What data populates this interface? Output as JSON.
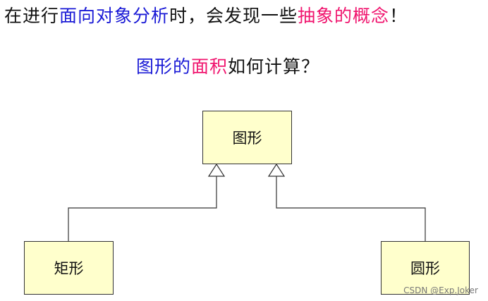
{
  "heading": {
    "p1": "在进行",
    "p2": "面向对象分析",
    "p3": "时，会发现一些",
    "p4": "抽象的概念",
    "p5": "！"
  },
  "question": {
    "p1": "图形的",
    "p2": "面积",
    "p3": "如何计算？"
  },
  "diagram": {
    "parent": "图形",
    "children": [
      "矩形",
      "圆形"
    ]
  },
  "watermark": "CSDN @Exp.Joker",
  "colors": {
    "blue": "#1a1ad6",
    "pink": "#f0146e",
    "box": "#ffffcc"
  }
}
